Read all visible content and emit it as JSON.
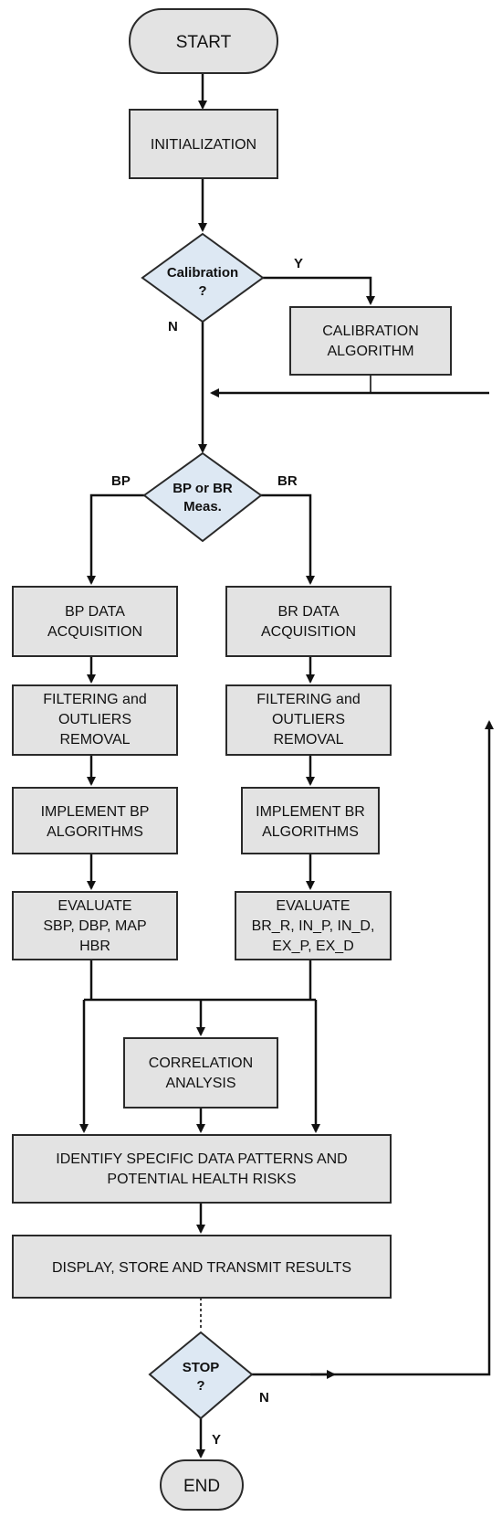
{
  "nodes": {
    "start": "START",
    "init": "INITIALIZATION",
    "calib_q": [
      "Calibration",
      "?"
    ],
    "calib_algo": [
      "CALIBRATION",
      "ALGORITHM"
    ],
    "meas_q": [
      "BP or BR",
      "Meas."
    ],
    "bp_acq": [
      "BP DATA",
      "ACQUISITION"
    ],
    "br_acq": [
      "BR DATA",
      "ACQUISITION"
    ],
    "bp_filter": [
      "FILTERING and",
      "OUTLIERS",
      "REMOVAL"
    ],
    "br_filter": [
      "FILTERING and",
      "OUTLIERS",
      "REMOVAL"
    ],
    "bp_impl": [
      "IMPLEMENT BP",
      "ALGORITHMS"
    ],
    "br_impl": [
      "IMPLEMENT BR",
      "ALGORITHMS"
    ],
    "bp_eval": [
      "EVALUATE",
      "SBP, DBP, MAP",
      "HBR"
    ],
    "br_eval": [
      "EVALUATE",
      "BR_R, IN_P, IN_D,",
      "EX_P, EX_D"
    ],
    "corr": [
      "CORRELATION",
      "ANALYSIS"
    ],
    "identify": [
      "IDENTIFY SPECIFIC DATA PATTERNS AND",
      "POTENTIAL HEALTH RISKS"
    ],
    "display": "DISPLAY, STORE AND TRANSMIT RESULTS",
    "stop_q": [
      "STOP",
      "?"
    ],
    "end": "END"
  },
  "edge_labels": {
    "calib_yes": "Y",
    "calib_no": "N",
    "meas_bp": "BP",
    "meas_br": "BR",
    "stop_no": "N",
    "stop_yes": "Y"
  }
}
